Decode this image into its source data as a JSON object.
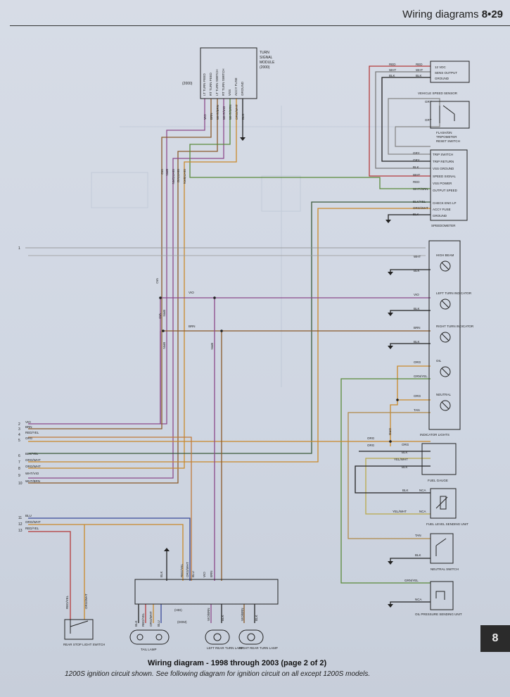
{
  "header": {
    "title": "Wiring diagrams",
    "page": "8•29"
  },
  "page_tab": "8",
  "caption": {
    "title": "Wiring diagram - 1998 through 2003 (page 2 of 2)",
    "note": "1200S ignition circuit shown. See following diagram for ignition circuit on all except 1200S models."
  },
  "turn_module": {
    "title_lines": [
      "TURN",
      "SIGNAL",
      "MODULE",
      "(2000)"
    ],
    "year_tag": "(2000)",
    "pins": [
      "LT TURN FEED",
      "RT TURN FEED",
      "LT TURN SWITCH",
      "RT TURN SWITCH",
      "VSS",
      "ACCY FUSE",
      "GROUND"
    ],
    "wires": [
      "VIO",
      "BRN",
      "WHT/BRN",
      "WHT/VIO",
      "WHT/GRN",
      "ORG/WHT",
      "BLK"
    ]
  },
  "vss": {
    "name": "VEHICLE SPEED SENSOR",
    "pins": [
      "12 VDC",
      "SENS OUTPUT",
      "GROUND"
    ],
    "wires": [
      "RED",
      "WHT",
      "BLK"
    ],
    "wires_left": [
      "RED",
      "WHT",
      "BLK"
    ]
  },
  "flash": {
    "name": "FLASH/ON TRIPOMETER RESET SWITCH",
    "name_lines": [
      "FLASH/ON",
      "TRIPOMETER",
      "RESET SWITCH"
    ],
    "wires": [
      "GRY",
      "GRY"
    ]
  },
  "speedo": {
    "name": "SPEEDOMETER",
    "pins": [
      "TRIP SWITCH",
      "TRIP RETURN",
      "VSS GROUND",
      "SPEED SIGNAL",
      "VSS POWER",
      "OUTPUT SPEED",
      "CHECK ENG LP",
      "ACCY FUSE",
      "GROUND"
    ],
    "wires": [
      "GRY",
      "GRY",
      "BLK",
      "WHT",
      "RED",
      "WHT/GRN",
      "BLK/YEL",
      "ORG/WHT",
      "BLK"
    ]
  },
  "indicators": {
    "name": "INDICATOR LIGHTS",
    "lamps": [
      {
        "name": "HIGH BEAM",
        "wires": [
          "WHT",
          "BLK"
        ]
      },
      {
        "name": "LEFT TURN INDICATOR",
        "wires": [
          "VIO",
          "BLK"
        ]
      },
      {
        "name": "RIGHT TURN INDICATOR",
        "wires": [
          "BRN",
          "BLK"
        ]
      },
      {
        "name": "OIL",
        "wires": [
          "ORG",
          "GRN/YEL"
        ]
      },
      {
        "name": "NEUTRAL",
        "wires": [
          "ORG",
          "TAN"
        ]
      }
    ]
  },
  "fuel_gauge": {
    "name": "FUEL GAUGE",
    "wires": [
      "ORG",
      "BLK",
      "YEL/WHT",
      "BLK"
    ],
    "org_left": "ORG"
  },
  "fuel_sender": {
    "name": "FUEL LEVEL SENDING UNIT",
    "wires": [
      "BLK",
      "YEL/WHT"
    ],
    "tags": [
      "NCA",
      "NCA"
    ]
  },
  "neutral_switch": {
    "name": "NEUTRAL SWITCH",
    "wires": [
      "TAN",
      "BLK"
    ]
  },
  "oil_sender": {
    "name": "OIL PRESSURE SENDING UNIT",
    "wires": [
      "GRN/YEL"
    ],
    "tag": "NCA"
  },
  "left_connectors": [
    {
      "n": "1",
      "wire": ""
    },
    {
      "n": "2",
      "wire": "VIO"
    },
    {
      "n": "3",
      "wire": "BRN"
    },
    {
      "n": "4",
      "wire": "RED/YEL"
    },
    {
      "n": "5",
      "wire": "ORG"
    },
    {
      "n": "6",
      "wire": "BLK/YEL"
    },
    {
      "n": "7",
      "wire": "ORG/WHT"
    },
    {
      "n": "8",
      "wire": "ORG/WHT"
    },
    {
      "n": "9",
      "wire": "WHT/VIO"
    },
    {
      "n": "10",
      "wire": "WHT/BRN"
    },
    {
      "n": "11",
      "wire": "BLU"
    },
    {
      "n": "12",
      "wire": "ORG/WHT"
    },
    {
      "n": "13",
      "wire": "RED/YEL"
    }
  ],
  "vertical_labels": [
    "VIO",
    "BRN",
    "WHT/GRN",
    "WHT/VIO",
    "WHT/BRN"
  ],
  "mid_labels": {
    "vio": "VIO",
    "brn": "BRN",
    "org": "ORG"
  },
  "bottom_connector": {
    "wires": [
      "BLK",
      "RED/YEL",
      "ORG/WHT",
      "BLU",
      "VIO",
      "BRN"
    ],
    "tags": [
      "(HDI)",
      "(DOM)"
    ]
  },
  "tail_lamp": {
    "name": "TAIL LAMP",
    "wires": [
      "BLK",
      "RED/YEL",
      "ORG/WHT",
      "BLU"
    ]
  },
  "left_rear_turn": {
    "name": "LEFT REAR TURN LAMP",
    "wires": [
      "VIO/BRN",
      "BLK"
    ]
  },
  "right_rear_turn": {
    "name": "RIGHT REAR TURN LAMP",
    "wires": [
      "VIO/BRN",
      "BLK"
    ]
  },
  "rear_stop": {
    "name": "REAR STOP LIGHT SWITCH",
    "wires": [
      "RED/YEL",
      "ORG/WHT"
    ]
  },
  "colors": {
    "vio": "#8c4a8a",
    "brn": "#8a5a2a",
    "org": "#c9892a",
    "grn": "#5a8a3a",
    "red": "#b43a3a",
    "blu": "#3a4a9a",
    "blk": "#222222"
  }
}
